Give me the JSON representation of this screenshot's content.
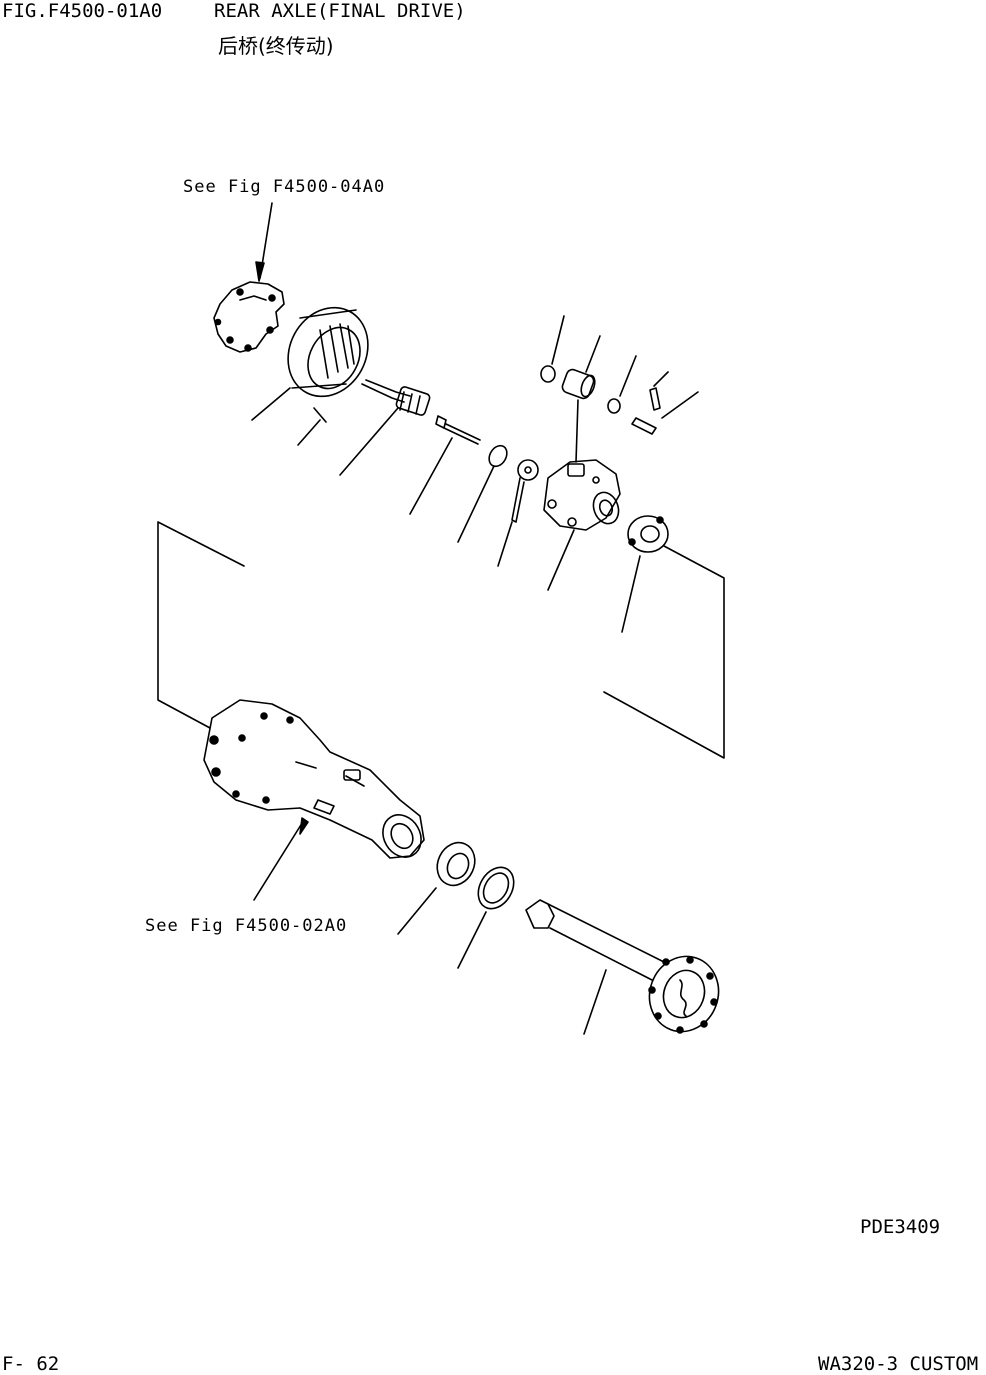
{
  "header": {
    "fig_number": "FIG.F4500-01A0",
    "title_en": "REAR AXLE(FINAL DRIVE)",
    "title_cn": "后桥(终传动)"
  },
  "references": {
    "top": "See Fig F4500-04A0",
    "bottom": "See Fig F4500-02A0"
  },
  "drawing_code": "PDE3409",
  "footer": {
    "page": "F- 62",
    "model": "WA320-3  CUSTOM"
  }
}
